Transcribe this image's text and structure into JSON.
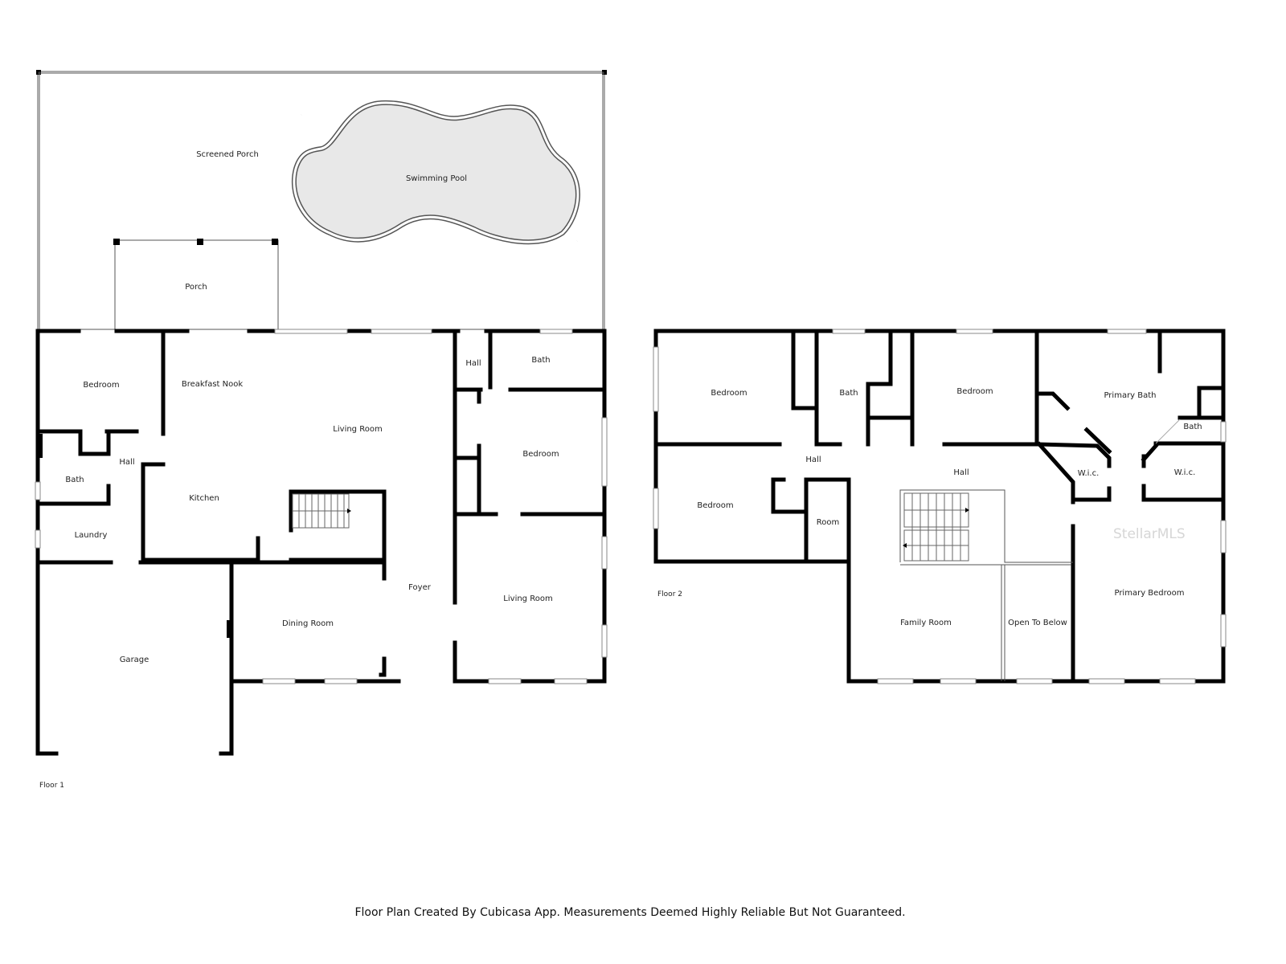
{
  "floor1": {
    "label": "Floor 1",
    "rooms": [
      "Screened Porch",
      "Swimming Pool",
      "Porch",
      "Bedroom",
      "Breakfast Nook",
      "Living Room",
      "Hall",
      "Bath",
      "Bath",
      "Hall",
      "Bedroom",
      "Kitchen",
      "Laundry",
      "Foyer",
      "Dining Room",
      "Living Room",
      "Garage"
    ]
  },
  "floor2": {
    "label": "Floor 2",
    "rooms": [
      "Bedroom",
      "Bath",
      "Bedroom",
      "Primary Bath",
      "Bath",
      "Hall",
      "Hall",
      "W.i.c.",
      "W.i.c.",
      "Bedroom",
      "Room",
      "Family Room",
      "Open To Below",
      "Primary Bedroom"
    ]
  },
  "footer": "Floor Plan Created By Cubicasa App. Measurements Deemed Highly Reliable But Not Guaranteed.",
  "watermark": "StellarMLS"
}
